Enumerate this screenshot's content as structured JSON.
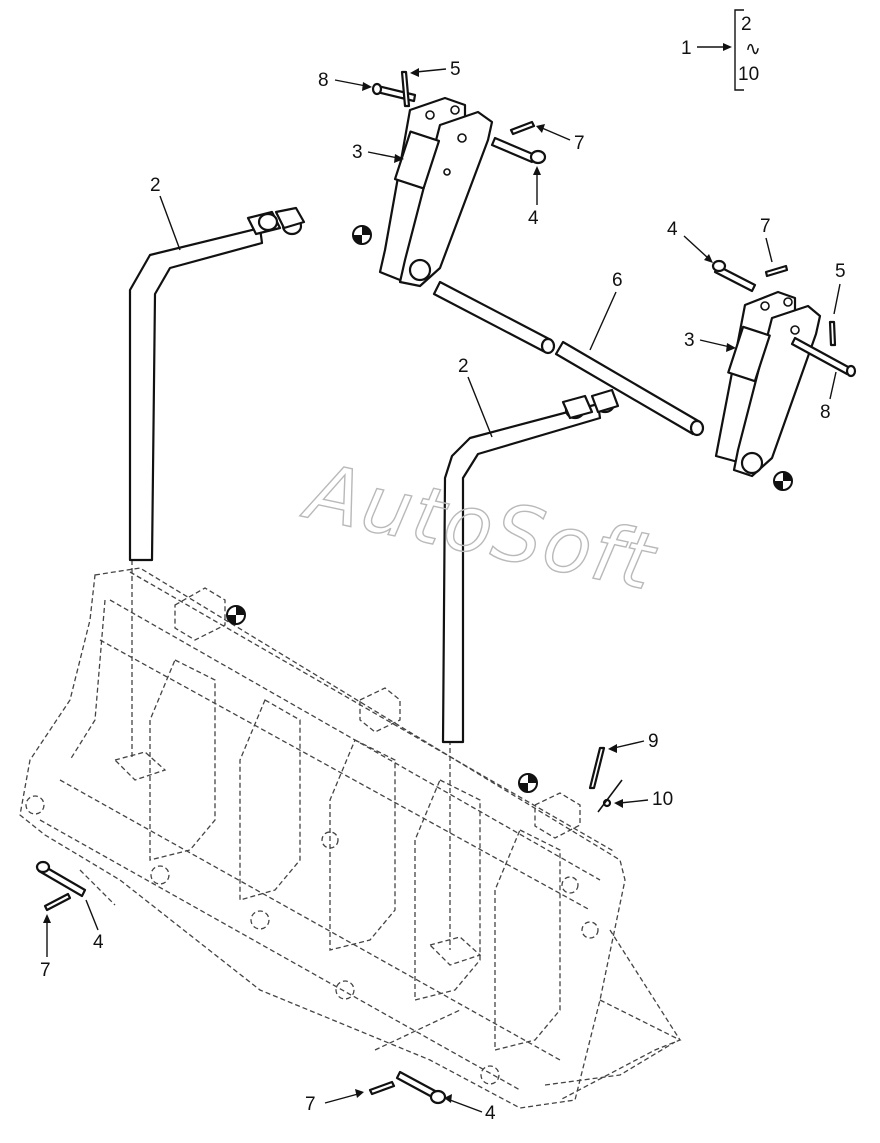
{
  "watermark": "AutoSoft",
  "kit_bracket": {
    "callout": "1",
    "range_top": "2",
    "range_sep": "∿",
    "range_bottom": "10"
  },
  "callouts": {
    "tine_left": "2",
    "tine_right": "2",
    "bracket_upper": "3",
    "bracket_lower": "3",
    "pin_upper": "4",
    "pin_mid": "4",
    "pin_left_bottom": "4",
    "pin_bottom": "4",
    "cotter_upper": "5",
    "cotter_mid": "5",
    "tube": "6",
    "clip_upper": "7",
    "clip_mid": "7",
    "clip_left_bottom": "7",
    "clip_bottom": "7",
    "bolt_upper": "8",
    "bolt_mid": "8",
    "bolt_lower": "9",
    "nut": "10"
  },
  "lube_points": 4
}
